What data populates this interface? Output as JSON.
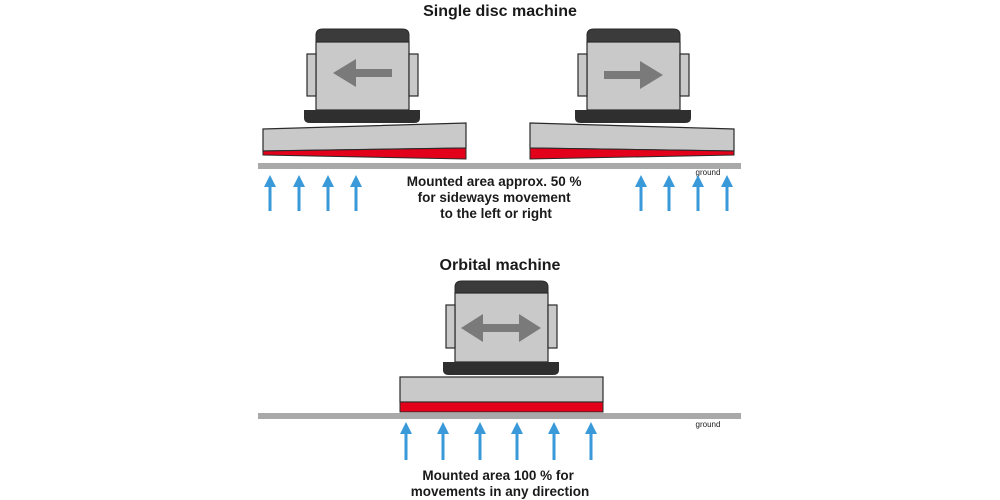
{
  "colors": {
    "ground": "#a9a9a9",
    "plate": "#c9c9c9",
    "motor": "#c9c9c9",
    "motor_top": "#3b3b3b",
    "collar": "#2f2f2f",
    "pad": "#e2001a",
    "direction_arrow": "#7a7a7a",
    "force_arrow": "#3a9ad9",
    "outline": "#2a2a2a"
  },
  "icons": {
    "direction_left": "arrow-left-icon",
    "direction_right": "arrow-right-icon",
    "direction_both": "arrow-left-right-icon",
    "pressure": "arrow-up-icon"
  },
  "top": {
    "title": "Single disc machine",
    "caption_lines": [
      "Mounted area approx. 50 %",
      "for sideways movement",
      "to the left or right"
    ],
    "ground_label": "ground"
  },
  "bottom": {
    "title": "Orbital machine",
    "caption_lines": [
      "Mounted area 100 % for",
      "movements in any direction"
    ],
    "ground_label": "ground"
  }
}
